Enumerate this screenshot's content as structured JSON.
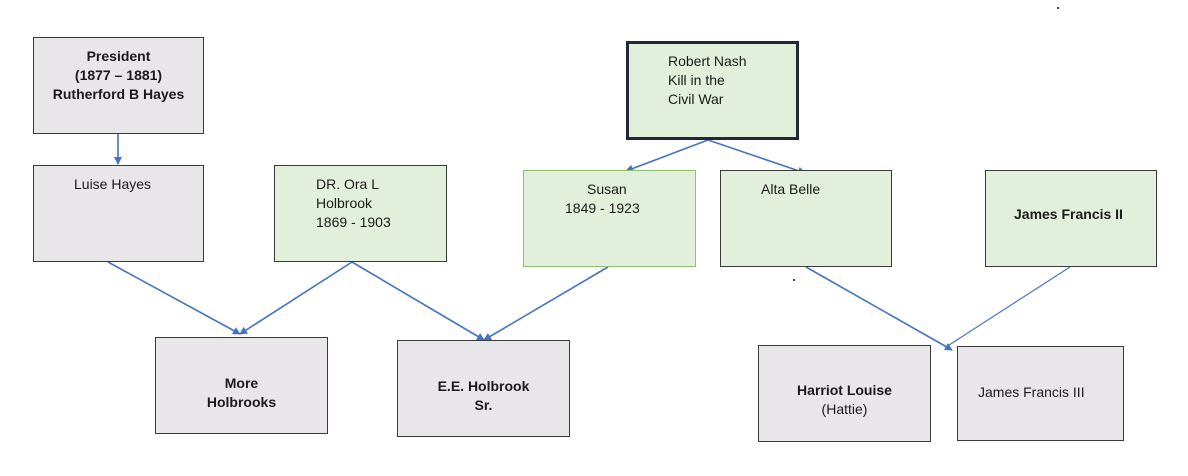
{
  "nodes": {
    "president": {
      "lines": [
        "President",
        "(1877 – 1881)",
        "Rutherford B Hayes"
      ]
    },
    "luise_hayes": {
      "lines": [
        "Luise Hayes"
      ]
    },
    "ora_holbrook": {
      "lines": [
        "DR. Ora L",
        "Holbrook",
        "1869 - 1903"
      ]
    },
    "robert_nash": {
      "lines": [
        "Robert  Nash",
        "Kill in the",
        "Civil War"
      ]
    },
    "susan": {
      "lines": [
        "Susan",
        "1849 - 1923"
      ]
    },
    "alta_belle": {
      "lines": [
        "Alta Belle"
      ]
    },
    "james_francis_ii": {
      "lines": [
        "James Francis II"
      ]
    },
    "more_holbrooks": {
      "lines": [
        "More",
        "Holbrooks"
      ]
    },
    "ee_holbrook": {
      "lines": [
        "E.E. Holbrook",
        "Sr."
      ]
    },
    "harriot_louise": {
      "lines": [
        "Harriot Louise",
        "(Hattie)"
      ]
    },
    "james_francis_iii": {
      "lines": [
        "James Francis III"
      ]
    }
  },
  "colors": {
    "gray_fill": "#e8e6e8",
    "green_fill": "#e2efda",
    "arrow": "#4472c4"
  },
  "edges": [
    {
      "from": "president",
      "to": "luise_hayes"
    },
    {
      "from": "robert_nash",
      "to": "susan"
    },
    {
      "from": "robert_nash",
      "to": "alta_belle"
    },
    {
      "from": "luise_hayes",
      "to": "more_holbrooks"
    },
    {
      "from": "ora_holbrook",
      "to": "more_holbrooks"
    },
    {
      "from": "ora_holbrook",
      "to": "ee_holbrook"
    },
    {
      "from": "susan",
      "to": "ee_holbrook"
    },
    {
      "from": "alta_belle",
      "to": "harriot_louise"
    },
    {
      "from": "james_francis_ii",
      "to": "harriot_louise"
    }
  ]
}
